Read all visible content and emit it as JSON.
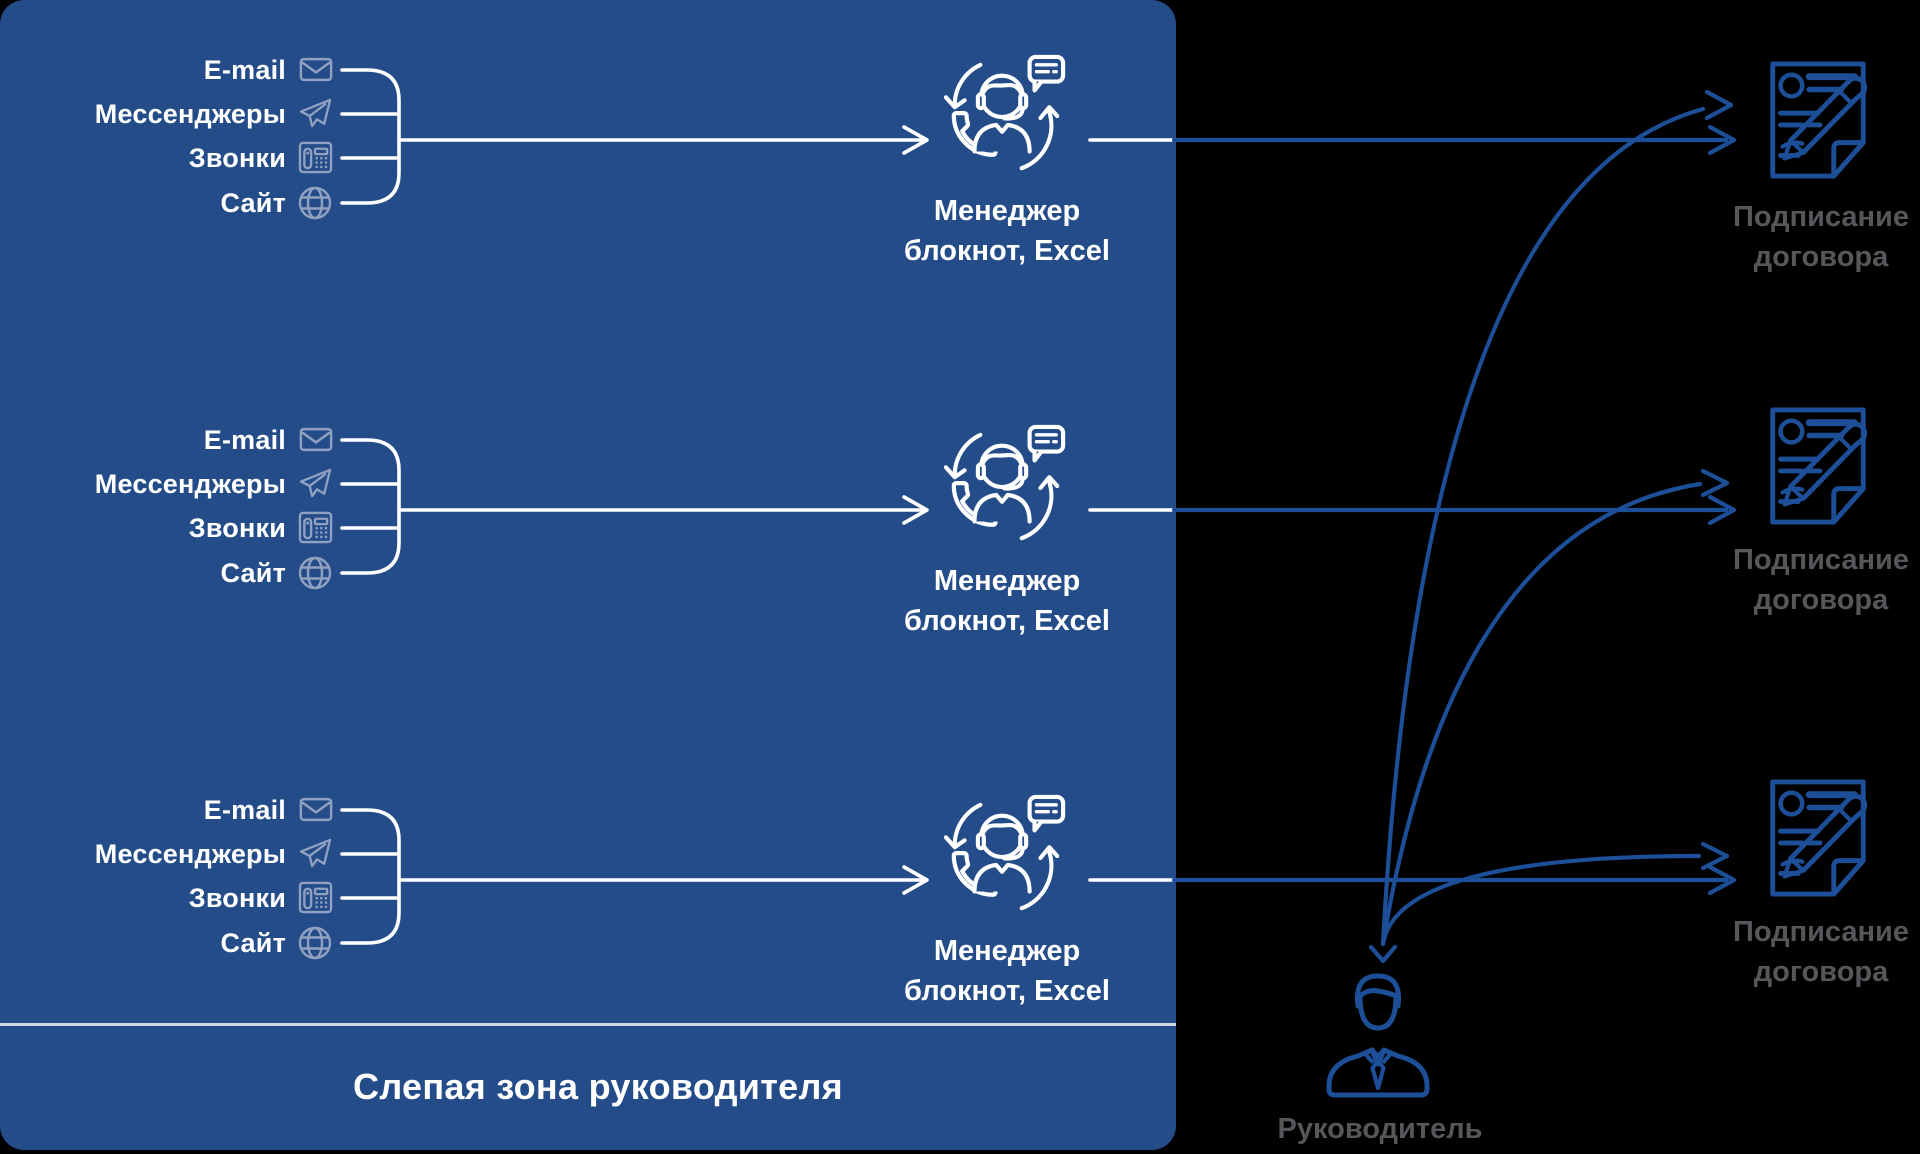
{
  "colors": {
    "background": "#000000",
    "panel_blue": "#234c89",
    "line_blue": "#1d4f98",
    "channel_icon_blue": "#91a1c1",
    "text_gray": "#56575b",
    "white": "#ffffff",
    "divider": "#d3d8df"
  },
  "channels": [
    {
      "label": "E-mail",
      "icon": "envelope-icon"
    },
    {
      "label": "Мессенджеры",
      "icon": "paper-plane-icon"
    },
    {
      "label": "Звонки",
      "icon": "phone-icon"
    },
    {
      "label": "Сайт",
      "icon": "globe-icon"
    }
  ],
  "manager": {
    "title": "Менеджер",
    "subtitle": "блокнот, Excel",
    "icon": "manager-headset-icon"
  },
  "contract": {
    "line1": "Подписание",
    "line2": "договора",
    "icon": "contract-signing-icon"
  },
  "leader": {
    "label": "Руководитель",
    "icon": "leader-person-icon"
  },
  "blind_zone": {
    "label": "Слепая зона руководителя"
  }
}
